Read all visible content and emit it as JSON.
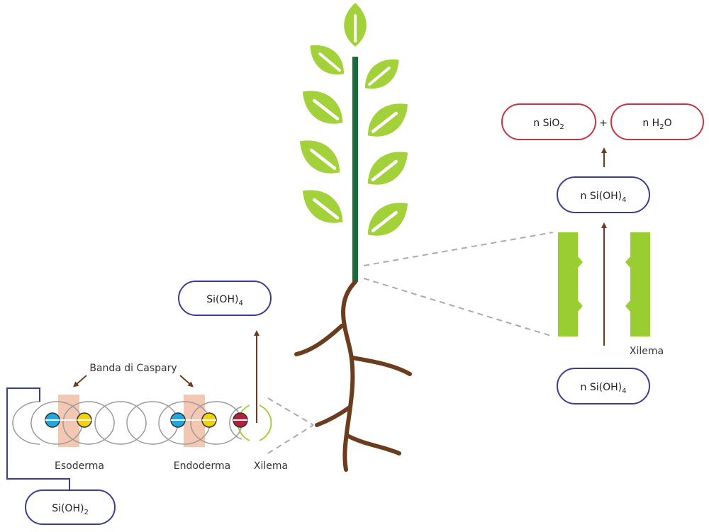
{
  "colors": {
    "leaf": "#a3d13a",
    "stem": "#1d6b3a",
    "root": "#6b3d1e",
    "arrow": "#6b3d1e",
    "pill_blue": "#3b3d8f",
    "pill_red": "#c4353f",
    "casparian": "#f4c7b3",
    "xylem_wall": "#9acd32",
    "cell_outline": "#9a9a9a",
    "dashed": "#aaaaaa",
    "dot_cyan": "#1ea8e0",
    "dot_yellow": "#f4d20b",
    "dot_crimson": "#b2203c"
  },
  "labels": {
    "casparian_band": "Banda di Caspary",
    "exodermis": "Esoderma",
    "endodermis": "Endoderma",
    "xylem_root": "Xilema",
    "xylem_stem": "Xilema"
  },
  "pills": {
    "root_bottom": {
      "prefix": "Si(OH)",
      "sub": "2"
    },
    "root_top": {
      "prefix": "Si(OH)",
      "sub": "4"
    },
    "stem_bottom": {
      "prefix": "n Si(OH)",
      "sub": "4"
    },
    "stem_top": {
      "prefix": "n Si(OH)",
      "sub": "4"
    },
    "product_sio2": {
      "prefix": "n SiO",
      "sub": "2"
    },
    "product_h2o": {
      "prefix": "n H",
      "sub": "2",
      "suffix": "O"
    }
  },
  "plus_sign": "+",
  "icons": [
    "leaf-icon",
    "stem-icon",
    "root-icon",
    "arrow-up-icon",
    "arrow-diagonal-icon"
  ]
}
